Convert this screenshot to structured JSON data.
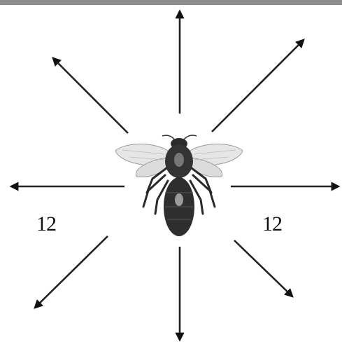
{
  "diagram": {
    "labels": {
      "left": "12",
      "right": "12"
    },
    "center_image": "bee-icon",
    "arrows": [
      "north",
      "north-east",
      "east",
      "south-east",
      "south",
      "south-west",
      "west",
      "north-west"
    ],
    "colors": {
      "arrow": "#111111",
      "top_bar": "#8c8c8c"
    }
  }
}
